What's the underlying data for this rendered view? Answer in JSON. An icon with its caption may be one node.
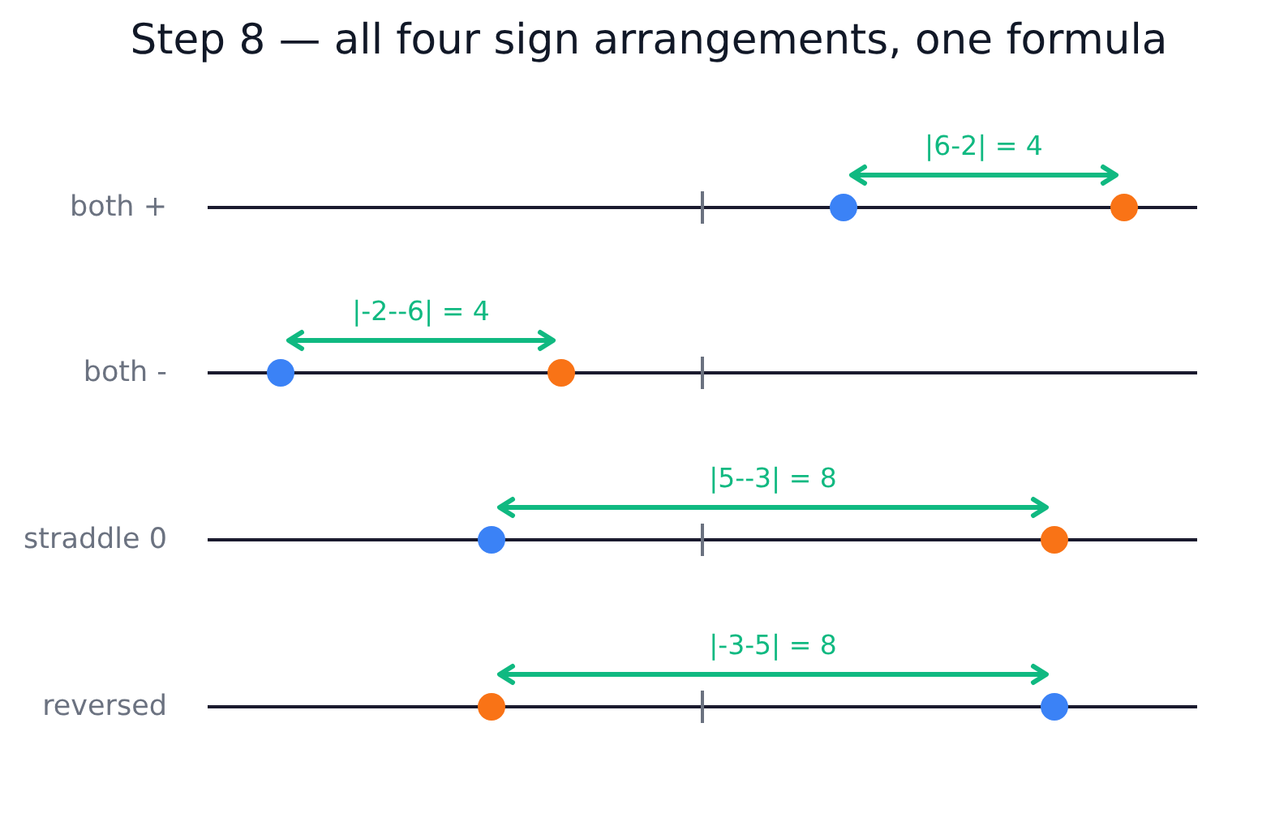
{
  "diagram": {
    "title": "Step 8 — all four sign arrangements, one formula",
    "labels": [
      "|6-2| = 4",
      "both +",
      "|-2--6| = 4",
      "both -",
      "|5--3| = 8",
      "straddle 0",
      "|-3-5| = 8",
      "reversed"
    ]
  }
}
